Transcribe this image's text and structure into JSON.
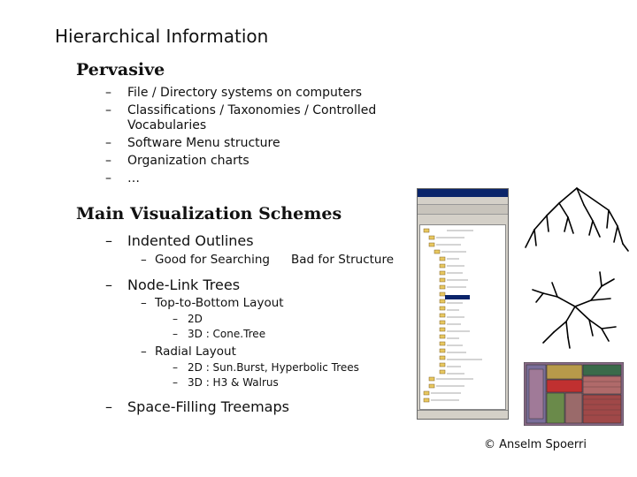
{
  "slide": {
    "title": "Hierarchical Information",
    "pervasive": {
      "heading": "Pervasive",
      "items": [
        "File / Directory systems on computers",
        "Classifications / Taxonomies / Controlled",
        "Vocabularies",
        "Software Menu structure",
        "Organization charts",
        "…"
      ]
    },
    "schemes": {
      "heading": "Main Visualization Schemes",
      "indented": {
        "label": "Indented Outlines",
        "good": "Good for Searching",
        "bad": "Bad for Structure"
      },
      "nodelink": {
        "label": "Node-Link Trees",
        "top_bottom": "Top-to-Bottom Layout",
        "tb_2d": "2D",
        "tb_3d": "3D : Cone.Tree",
        "radial": "Radial Layout",
        "radial_2d": "2D : Sun.Burst, Hyperbolic Trees",
        "radial_3d": "3D : H3 & Walrus"
      },
      "treemaps": {
        "label": "Space-Filling Treemaps"
      }
    },
    "dash": "–",
    "copyright": "© Anselm Spoerri"
  },
  "images": {
    "explorer": "windows-explorer-screenshot",
    "tree": "top-down-tree-drawing",
    "radial": "radial-tree-drawing",
    "treemap": "treemap-image"
  },
  "colors": {
    "titlebar": "#0a246a",
    "treemap_bg": "#7a5a7a"
  }
}
